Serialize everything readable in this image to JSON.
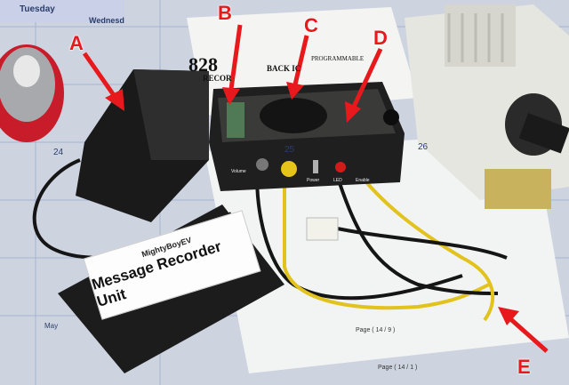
{
  "labels": {
    "a": "A",
    "b": "B",
    "c": "C",
    "d": "D",
    "e": "E"
  },
  "calendar": {
    "day_tuesday": "Tuesday",
    "day_wednesday": "Wednesd",
    "date_24": "24",
    "date_25": "25",
    "date_26": "26",
    "month": "May"
  },
  "document": {
    "chip_number": "828",
    "header_fragment": "RECOR",
    "header_fragment2": "BACK IC",
    "programmable": "PROGRAMMABLE"
  },
  "box_labels": {
    "volume": "Volume",
    "power": "Power",
    "led": "LED",
    "enable": "Enable"
  },
  "sticker": {
    "brand": "MightyBoyEV",
    "title": "Message Recorder Unit"
  },
  "pages": {
    "page_a": "Page ( 14 / 9 )",
    "page_b": "Page ( 14 / 1 )"
  },
  "colors": {
    "arrow": "#e8191c",
    "enclosure": "#1e1e1e",
    "station": "#e4e4de"
  }
}
